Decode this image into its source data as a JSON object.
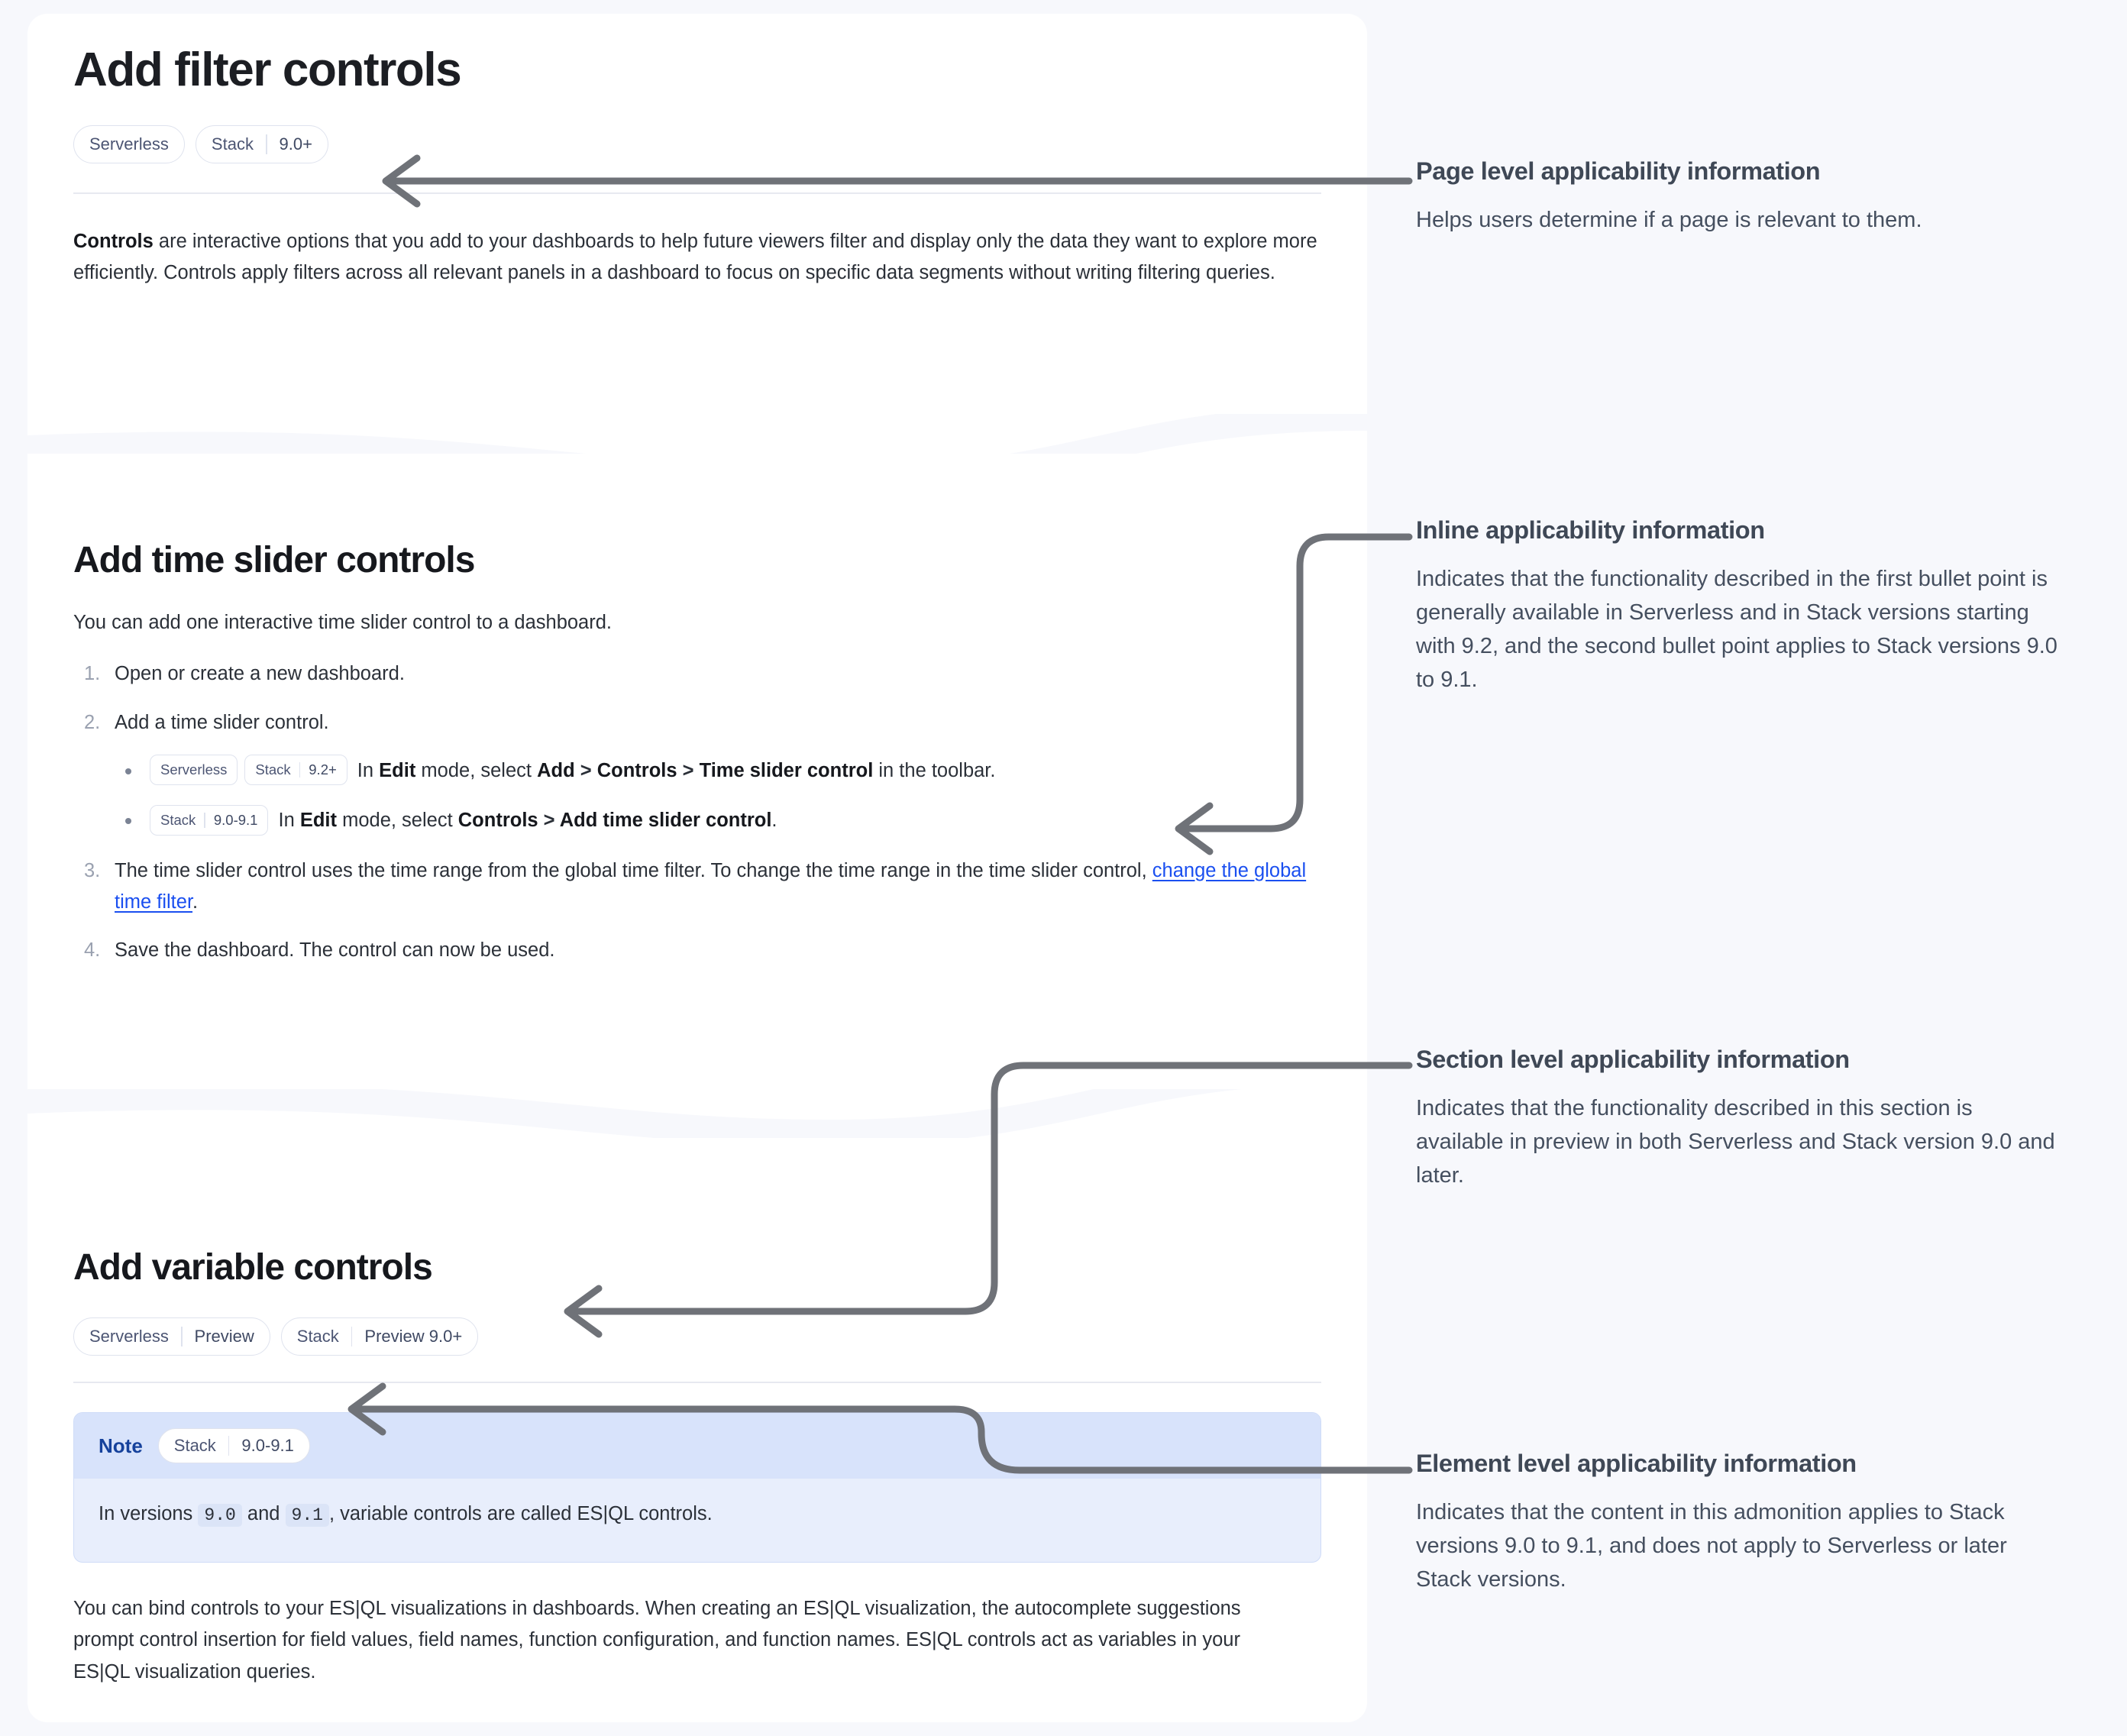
{
  "theme": {
    "page_bg": "#f7f8fc",
    "card_bg": "#ffffff",
    "badge_border": "#dfe3ee",
    "badge_text": "#4c5573",
    "link": "#1a4ff0",
    "note_bg": "#e8eefc",
    "note_head_bg": "#d8e3fb",
    "note_label": "#16429c",
    "arrow": "#6f7278",
    "annotation_heading": "#3f4856",
    "annotation_body": "#454f5f"
  },
  "document": {
    "page_title": "Add filter controls",
    "page_badges": [
      {
        "product": "Serverless",
        "version": ""
      },
      {
        "product": "Stack",
        "version": "9.0+"
      }
    ],
    "intro": {
      "lead": "Controls",
      "rest": " are interactive options that you add to your dashboards to help future viewers filter and display only the data they want to explore more efficiently. Controls apply filters across all relevant panels in a dashboard to focus on specific data segments without writing filtering queries."
    },
    "section_time_slider": {
      "title": "Add time slider controls",
      "intro": "You can add one interactive time slider control to a dashboard.",
      "steps": [
        {
          "num": "1.",
          "text": "Open or create a new dashboard."
        },
        {
          "num": "2.",
          "text": "Add a time slider control."
        },
        {
          "num": "3.",
          "text_before_link": "The time slider control uses the time range from the global time filter. To change the time range in the time slider control, ",
          "link_text": "change the global time filter",
          "text_after_link": "."
        },
        {
          "num": "4.",
          "text": "Save the dashboard. The control can now be used."
        }
      ],
      "sub_bullets": [
        {
          "badges": [
            {
              "product": "Serverless",
              "version": ""
            },
            {
              "product": "Stack",
              "version": "9.2+"
            }
          ],
          "parts": [
            {
              "t": "In ",
              "b": false
            },
            {
              "t": "Edit",
              "b": true
            },
            {
              "t": " mode, select ",
              "b": false
            },
            {
              "t": "Add",
              "b": true
            },
            {
              "t": " > ",
              "b": true
            },
            {
              "t": "Controls",
              "b": true
            },
            {
              "t": " > ",
              "b": true
            },
            {
              "t": "Time slider control",
              "b": true
            },
            {
              "t": " in the toolbar.",
              "b": false
            }
          ]
        },
        {
          "badges": [
            {
              "product": "Stack",
              "version": "9.0-9.1"
            }
          ],
          "parts": [
            {
              "t": "In ",
              "b": false
            },
            {
              "t": "Edit",
              "b": true
            },
            {
              "t": " mode, select ",
              "b": false
            },
            {
              "t": "Controls",
              "b": true
            },
            {
              "t": " > ",
              "b": true
            },
            {
              "t": "Add time slider control",
              "b": true
            },
            {
              "t": ".",
              "b": false
            }
          ]
        }
      ]
    },
    "section_variable": {
      "title": "Add variable controls",
      "badges": [
        {
          "product": "Serverless",
          "version": "Preview"
        },
        {
          "product": "Stack",
          "version": "Preview 9.0+"
        }
      ],
      "note": {
        "label": "Note",
        "badge": {
          "product": "Stack",
          "version": "9.0-9.1"
        },
        "body_parts": [
          {
            "t": "In versions ",
            "code": false
          },
          {
            "t": "9.0",
            "code": true
          },
          {
            "t": " and ",
            "code": false
          },
          {
            "t": "9.1",
            "code": true
          },
          {
            "t": ", variable controls are called ES|QL controls.",
            "code": false
          }
        ]
      },
      "closing_paragraph": "You can bind controls to your ES|QL visualizations in dashboards. When creating an ES|QL visualization, the autocomplete suggestions prompt control insertion for field values, field names, function configuration, and function names. ES|QL controls act as variables in your ES|QL visualization queries."
    }
  },
  "annotations": [
    {
      "id": "page-level",
      "heading": "Page level applicability information",
      "body": "Helps users determine if a page is relevant to them."
    },
    {
      "id": "inline",
      "heading": "Inline applicability information",
      "body": "Indicates that the functionality described in the first bullet point is generally available in Serverless and in Stack versions starting with 9.2, and the second bullet point applies to Stack versions 9.0 to 9.1."
    },
    {
      "id": "section-level",
      "heading": "Section level applicability information",
      "body": "Indicates that the functionality described in this section is available in preview in both Serverless and Stack version 9.0 and later."
    },
    {
      "id": "element-level",
      "heading": "Element level applicability information",
      "body": "Indicates that the content in this admonition applies to Stack versions 9.0 to 9.1, and does not apply to Serverless or later Stack versions."
    }
  ]
}
